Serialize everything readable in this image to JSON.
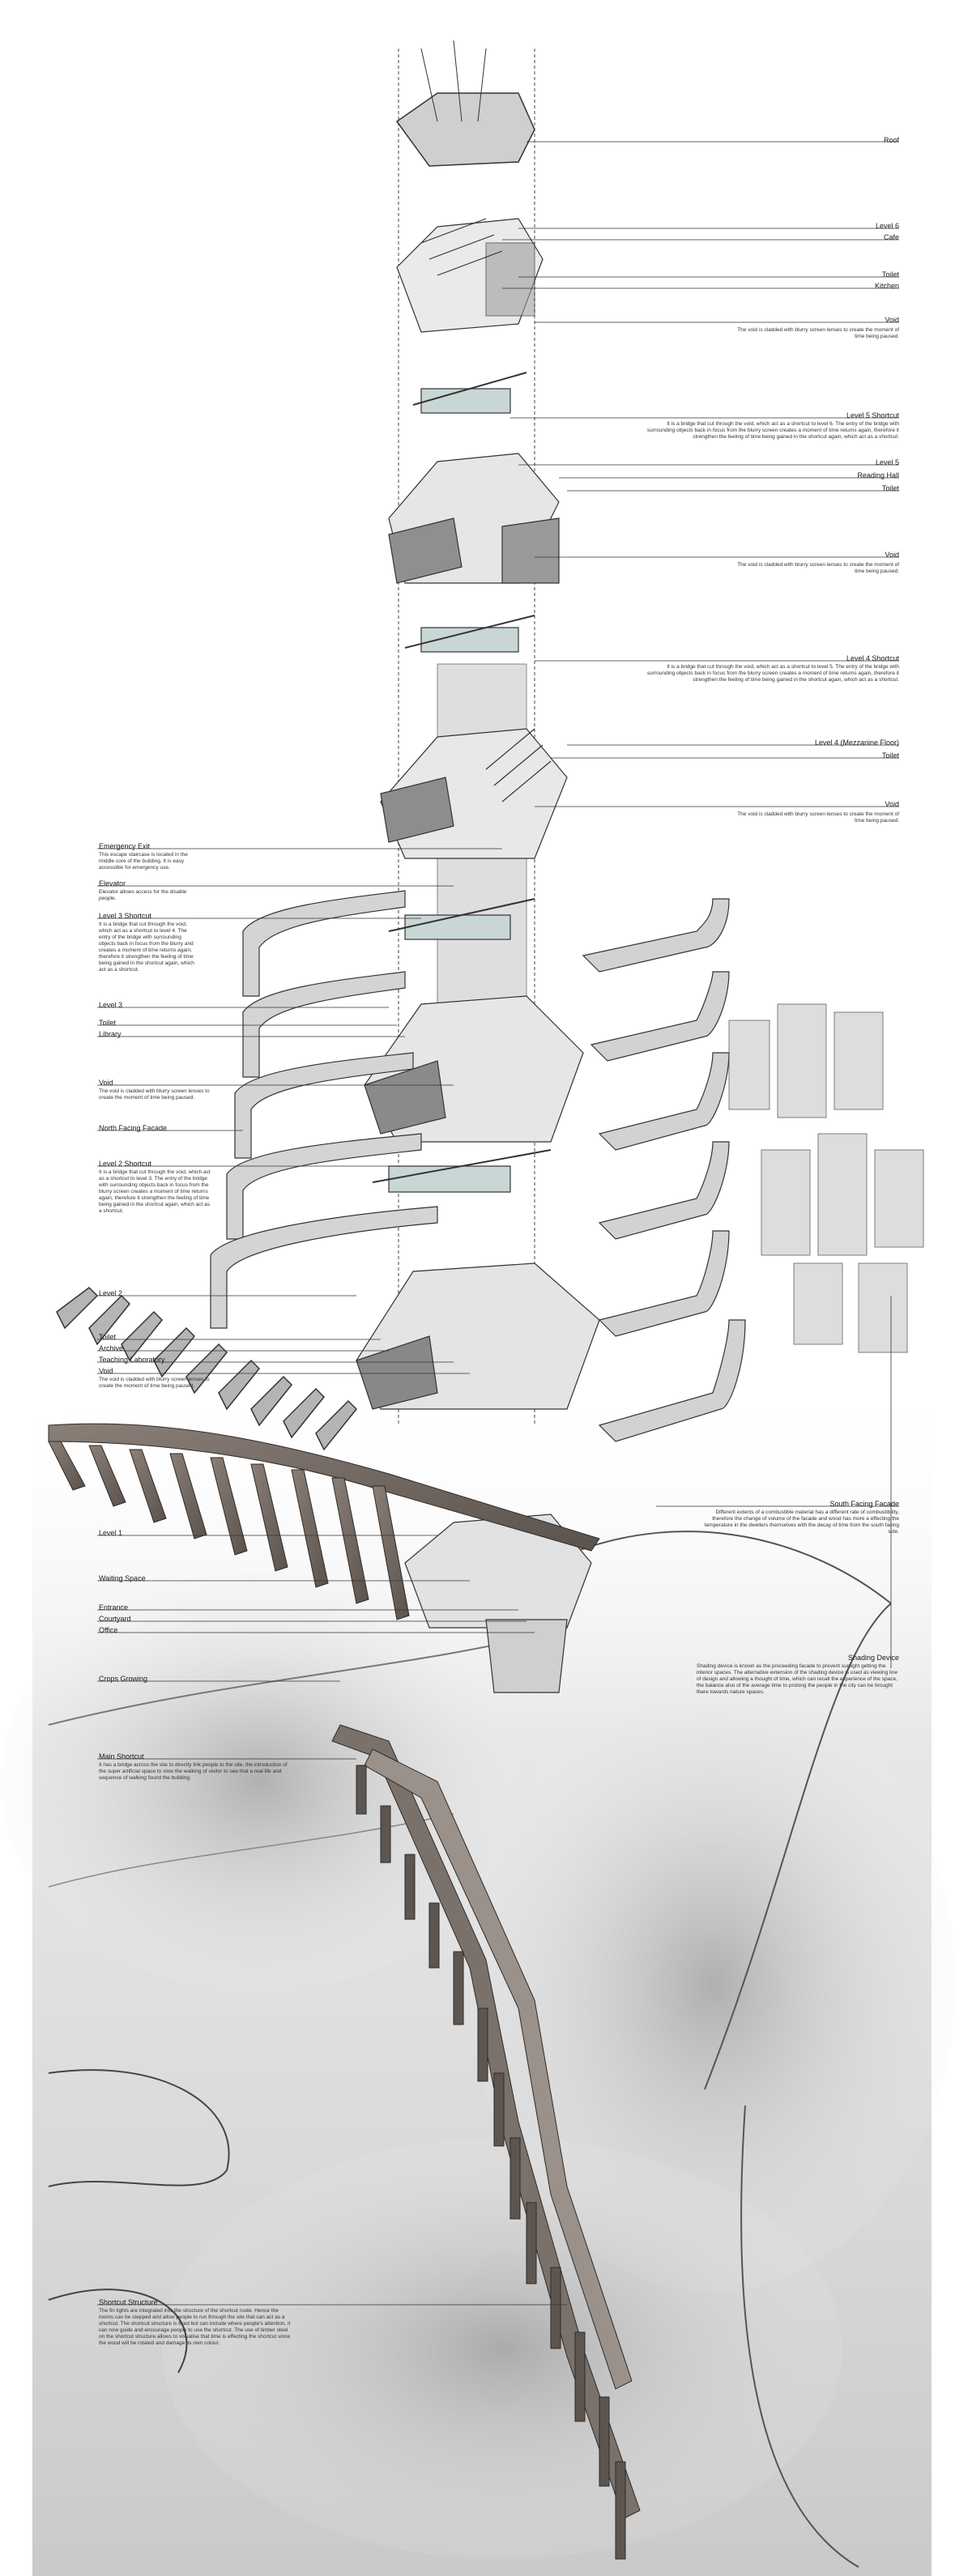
{
  "right_labels": {
    "roof": "Roof",
    "level6": "Level 6",
    "cafe": "Cafe",
    "toilet6": "Toilet",
    "kitchen": "Kitchen",
    "void_top": "Void",
    "void_top_desc": "The void is cladded with blurry screen lenses to create the moment of time being paused.",
    "l5_shortcut": "Level 5 Shortcut",
    "l5_shortcut_desc": "It is a bridge that cut through the void, which act as a shortcut to level 6. The entry of the bridge with surrounding objects back in focus from the blurry screen creates a moment of time returns again, therefore it strengthen the feeling of time being gained in the shortcut again, which act as a shortcut.",
    "level5": "Level 5",
    "reading_hall": "Reading Hall",
    "toilet5": "Toilet",
    "void_5": "Void",
    "void_5_desc": "The void is cladded with blurry screen lenses to create the moment of time being paused.",
    "l4_shortcut": "Level 4 Shortcut",
    "l4_shortcut_desc": "It is a bridge that cut through the void, which act as a shortcut to level 5. The entry of the bridge with surrounding objects back in focus from the blurry screen creates a moment of time returns again, therefore it strengthen the feeling of time being gained in the shortcut again, which act as a shortcut.",
    "level4": "Level 4 (Mezzanine Floor)",
    "toilet4": "Toilet",
    "void_4": "Void",
    "void_4_desc": "The void is cladded with blurry screen lenses to create the moment of time being paused.",
    "south_facade": "South Facing Facade",
    "south_facade_desc": "Different extents of a combustible material has a different rate of combustibility, therefore the change of volume of the facade and wood has more a effecting the temperature in the dwellers themselves with the decay of time from the south facing side.",
    "shading_device": "Shading Device",
    "shading_device_desc": "Shading device is known as the proceeding facade to prevent sunlight getting the interior spaces. The alternative extension of the shading device is used as viewing line of design and allowing a thought of time, which can recall the experience of the space, the balance also of the average time to prolong the people in the city can be brought there towards nature spaces."
  },
  "left_labels": {
    "emergency_exit": "Emergency Exit",
    "emergency_exit_desc": "This escape staircase is located in the middle core of the building. It is easy accessible for emergency use.",
    "elevator": "Elevator",
    "elevator_desc": "Elevator allows access for the disable people.",
    "l3_shortcut": "Level 3 Shortcut",
    "l3_shortcut_desc": "It is a bridge that cut through the void, which act as a shortcut to level 4. The entry of the bridge with surrounding objects back in focus from the blurry and creates a moment of time returns again, therefore it strengthen the feeling of time being gained in the shortcut again, which act as a shortcut.",
    "level3": "Level 3",
    "toilet3": "Toilet",
    "library": "Library",
    "void_3": "Void",
    "void_3_desc": "The void is cladded with blurry screen lenses to create the moment of time being paused.",
    "north_facade": "North Facing Facade",
    "l2_shortcut": "Level 2 Shortcut",
    "l2_shortcut_desc": "It is a bridge that cut through the void, which act as a shortcut to level 3. The entry of the bridge with surrounding objects back in focus from the blurry screen creates a moment of time returns again, therefore it strengthen the feeling of time being gained in the shortcut again, which act as a shortcut.",
    "level2": "Level 2",
    "toilet2": "Toilet",
    "archive": "Archive",
    "teaching_lab": "Teaching Laboratory",
    "void_2": "Void",
    "void_2_desc": "The void is cladded with blurry screen lenses to create the moment of time being paused.",
    "level1": "Level 1",
    "waiting_space": "Waiting Space",
    "entrance": "Entrance",
    "courtyard": "Courtyard",
    "office": "Office",
    "crops_growing": "Crops Growing",
    "main_shortcut": "Main Shortcut",
    "main_shortcut_desc": "It has a bridge across the site to directly link people to the site, the introduction of the super artificial space to slow the walking of visitor to see that a real life and sequence of walking found the building.",
    "shortcut_structure": "Shortcut Structure",
    "shortcut_structure_desc": "The fin lights are integrated into the structure of the shortcut route. Hence the rooms can be stepped and allow people to run through the site that can act as a shortcut. The shortcut structure is fixed but can include where people's attention, it can now guide and encourage people to use the shortcut. The use of timber steel on the shortcut structure allows to visualise that time is effecting the shortcut since the wood will be rotated and damage its own colour."
  }
}
